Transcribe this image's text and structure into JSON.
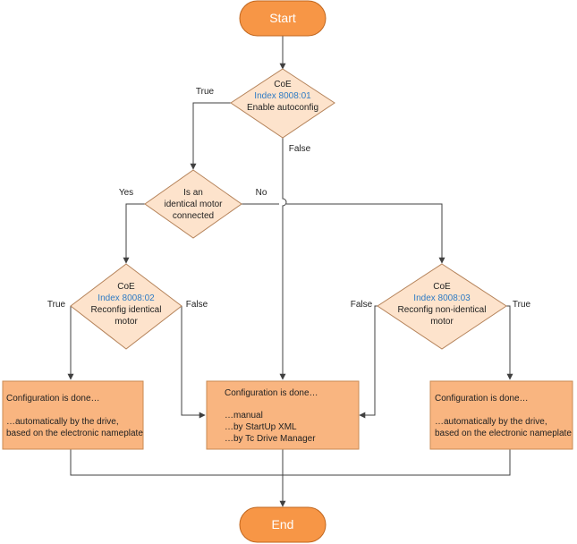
{
  "colors": {
    "terminal_fill": "#f79646",
    "terminal_stroke": "#c0661e",
    "box_fill": "#f9b580",
    "box_stroke": "#c98a53",
    "diamond_fill": "#fde3cc",
    "diamond_stroke": "#b5835a",
    "line": "#404040",
    "index_text": "#2e7bc4"
  },
  "start": {
    "label": "Start"
  },
  "end": {
    "label": "End"
  },
  "decision_autoconfig": {
    "line1": "CoE",
    "index": "Index 8008:01",
    "line3": "Enable autoconfig",
    "true_label": "True",
    "false_label": "False"
  },
  "decision_identical": {
    "line1": "Is an",
    "line2": "identical motor",
    "line3": "connected",
    "yes_label": "Yes",
    "no_label": "No"
  },
  "decision_reconfig_identical": {
    "line1": "CoE",
    "index": "Index 8008:02",
    "line3": "Reconfig identical",
    "line4": "motor",
    "true_label": "True",
    "false_label": "False"
  },
  "decision_reconfig_nonidentical": {
    "line1": "CoE",
    "index": "Index 8008:03",
    "line3": "Reconfig non-identical",
    "line4": "motor",
    "true_label": "True",
    "false_label": "False"
  },
  "box_left": {
    "title": "Configuration is done…",
    "line1": "…automatically by the drive,",
    "line2": "based on the electronic nameplate"
  },
  "box_center": {
    "title": "Configuration is done…",
    "line1": "…manual",
    "line2": "…by StartUp XML",
    "line3": "…by Tc Drive Manager"
  },
  "box_right": {
    "title": "Configuration is done…",
    "line1": "…automatically by the drive,",
    "line2": "based on the electronic nameplate"
  }
}
